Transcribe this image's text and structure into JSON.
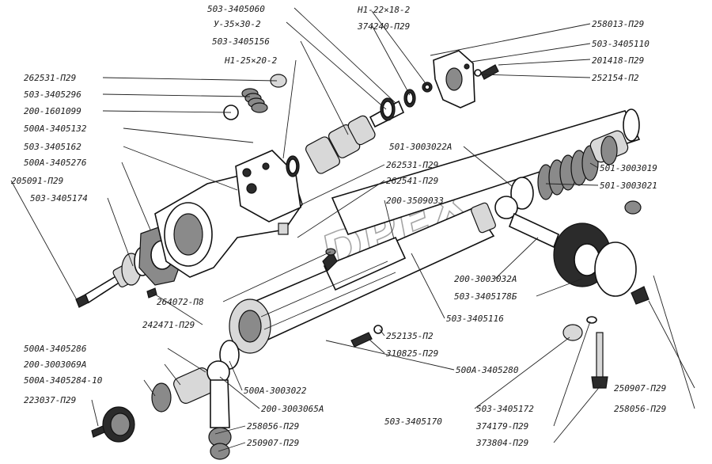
{
  "watermark": "DPEX",
  "labels": {
    "l01": "503-3405060",
    "l02": "Н1-22×18-2",
    "l03": "У-35×30-2",
    "l04": "374240-П29",
    "l05": "258013-П29",
    "l06": "503-3405156",
    "l07": "503-3405110",
    "l08": "Н1-25×20-2",
    "l09": "201418-П29",
    "l10": "262531-П29",
    "l11": "252154-П2",
    "l12": "503-3405296",
    "l13": "200-1601099",
    "l14": "500А-3405132",
    "l15": "503-3405162",
    "l16": "501-3003022А",
    "l17": "500А-3405276",
    "l18": "262531-П29",
    "l19": "501-3003019",
    "l20": "205091-П29",
    "l21": "262541-П29",
    "l22": "501-3003021",
    "l23": "503-3405174",
    "l24": "200-3509033",
    "l25": "200-3003032А",
    "l26": "503-3405178Б",
    "l27": "264072-П8",
    "l28": "242471-П29",
    "l29": "503-3405116",
    "l30": "252135-П2",
    "l31": "500А-3405286",
    "l32": "310825-П29",
    "l33": "200-3003069А",
    "l34": "500А-3405280",
    "l35": "500А-3405284-10",
    "l36": "500А-3003022",
    "l37": "223037-П29",
    "l38": "200-3003065А",
    "l39": "503-3405170",
    "l40": "503-3405172",
    "l41": "250907-П29",
    "l42": "258056-П29",
    "l43": "374179-П29",
    "l44": "258056-П29",
    "l45": "250907-П29",
    "l46": "373804-П29"
  }
}
